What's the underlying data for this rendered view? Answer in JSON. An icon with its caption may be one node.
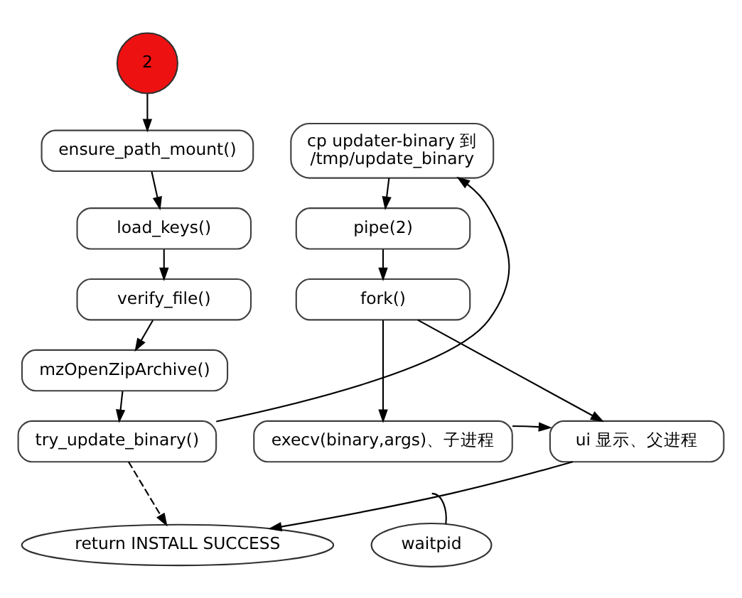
{
  "diagram": {
    "nodes": [
      {
        "text": [
          "2"
        ]
      },
      {
        "text": [
          "ensure_path_mount()"
        ]
      },
      {
        "text": [
          "load_keys()"
        ]
      },
      {
        "text": [
          "verify_file()"
        ]
      },
      {
        "text": [
          "mzOpenZipArchive()"
        ]
      },
      {
        "text": [
          "try_update_binary()"
        ]
      },
      {
        "text": [
          "cp updater-binary 到 /tmp/update_binary"
        ]
      },
      {
        "text": [
          "pipe(2)"
        ]
      },
      {
        "text": [
          "fork()"
        ]
      },
      {
        "text": [
          "execv(binary,args)、子进程"
        ]
      },
      {
        "text": [
          "ui 显示、父进程"
        ]
      },
      {
        "text": [
          "waitpid"
        ]
      },
      {
        "text": [
          "return INSTALL SUCCESS"
        ]
      }
    ],
    "edges": [
      {
        "from": 0,
        "to": 1,
        "arrow": "to"
      },
      {
        "from": 1,
        "to": 2,
        "arrow": "to"
      },
      {
        "from": 2,
        "to": 3,
        "arrow": "to"
      },
      {
        "from": 3,
        "to": 4,
        "arrow": "to"
      },
      {
        "from": 4,
        "to": 5,
        "arrow": "to"
      },
      {
        "from": 5,
        "to": 6,
        "arrow": "to"
      },
      {
        "from": 5,
        "to": 12,
        "arrow": "to",
        "style": "dashed"
      },
      {
        "from": 6,
        "to": 7,
        "arrow": "to"
      },
      {
        "from": 7,
        "to": 8,
        "arrow": "to"
      },
      {
        "from": 8,
        "to": 9,
        "arrow": "to"
      },
      {
        "from": 8,
        "to": 10,
        "arrow": "to"
      },
      {
        "from": 9,
        "to": 10,
        "arrow": "to"
      },
      {
        "from": 10,
        "to": 12,
        "arrow": "to"
      },
      {
        "from": 11,
        "to": null,
        "arrow": "none"
      }
    ]
  }
}
